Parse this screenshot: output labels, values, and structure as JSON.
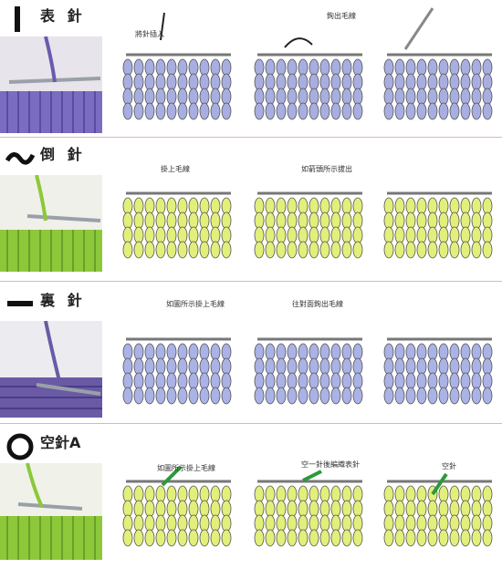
{
  "sections": [
    {
      "title": "表 針",
      "symbol": "vertical-bar",
      "yarn_color": "#a8aee0",
      "photo_color": "#7a6cc0",
      "annotations": [
        "將針插入",
        "鉤出毛線",
        ""
      ]
    },
    {
      "title": "倒 針",
      "symbol": "tilde",
      "yarn_color": "#e2ef7a",
      "photo_color": "#8cc83a",
      "annotations": [
        "掛上毛線",
        "如箭頭所示拔出",
        ""
      ]
    },
    {
      "title": "裏 針",
      "symbol": "horizontal-bar",
      "yarn_color": "#aab2e6",
      "photo_color": "#6a5aa6",
      "annotations": [
        "如圖所示掛上毛線",
        "往對面鉤出毛線",
        ""
      ]
    },
    {
      "title": "空針A",
      "symbol": "circle",
      "yarn_color": "#e2ef7a",
      "photo_color": "#8cc83a",
      "annotations": [
        "如圖所示掛上毛線",
        "空一針後編織表針",
        "空針"
      ]
    }
  ]
}
